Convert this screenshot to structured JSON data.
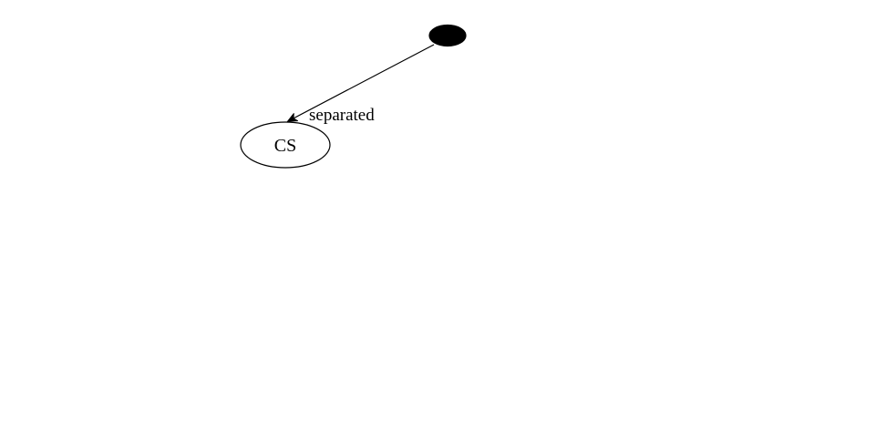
{
  "diagram": {
    "nodes": [
      {
        "id": "start",
        "shape": "filled-ellipse",
        "label": "",
        "fill": "#000000"
      },
      {
        "id": "cs",
        "shape": "ellipse",
        "label": "CS",
        "fill": "#ffffff"
      }
    ],
    "edges": [
      {
        "from": "start",
        "to": "cs",
        "label": "separated",
        "arrow": "open"
      }
    ]
  }
}
